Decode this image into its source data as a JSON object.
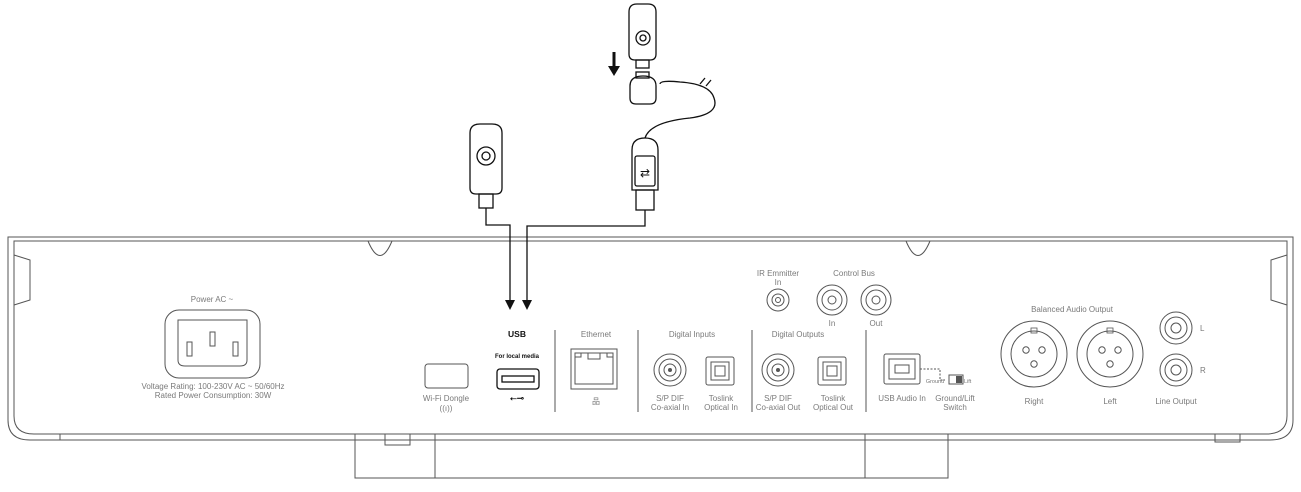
{
  "panel": {
    "power": {
      "title": "Power AC ~",
      "voltage_rating": "Voltage Rating:  100-230V AC ~ 50/60Hz",
      "power_consumption": "Rated Power Consumption:  30W"
    },
    "wifi": {
      "label": "Wi-Fi Dongle",
      "symbol": "((ı))"
    },
    "usb": {
      "title": "USB",
      "subtitle": "For local media",
      "symbol": "⭠⊸"
    },
    "ethernet": {
      "title": "Ethernet",
      "symbol": "品"
    },
    "digital_inputs": {
      "title": "Digital Inputs",
      "spdif_line1": "S/P DIF",
      "spdif_line2": "Co-axial In",
      "toslink_line1": "Toslink",
      "toslink_line2": "Optical In"
    },
    "digital_outputs": {
      "title": "Digital Outputs",
      "spdif_line1": "S/P DIF",
      "spdif_line2": "Co-axial Out",
      "toslink_line1": "Toslink",
      "toslink_line2": "Optical Out"
    },
    "ir_emitter": {
      "title": "IR Emmitter",
      "sub": "In"
    },
    "control_bus": {
      "title": "Control Bus",
      "in": "In",
      "out": "Out"
    },
    "usb_audio": {
      "label": "USB Audio In"
    },
    "ground_lift": {
      "ground": "Ground",
      "lift": "Lift",
      "line1": "Ground/Lift",
      "line2": "Switch"
    },
    "balanced": {
      "title": "Balanced Audio Output",
      "right": "Right",
      "left": "Left"
    },
    "line_output": {
      "label": "Line Output",
      "l": "L",
      "r": "R"
    }
  },
  "colors": {
    "panel_stroke": "#555555",
    "cable": "#111111",
    "label": "#7a7a7a"
  },
  "icons": [
    "wifi-dongle",
    "usb-stick",
    "usb-cable-connector",
    "down-arrow"
  ]
}
